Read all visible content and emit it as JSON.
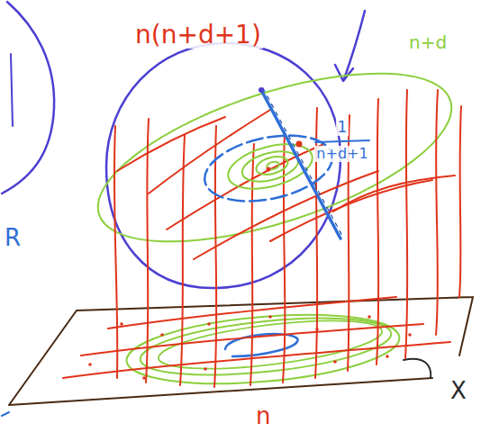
{
  "diagram": {
    "labels": [
      "n(n+d+1)",
      "n+d",
      "1",
      "n+d+1",
      "R",
      "n",
      "X"
    ]
  }
}
